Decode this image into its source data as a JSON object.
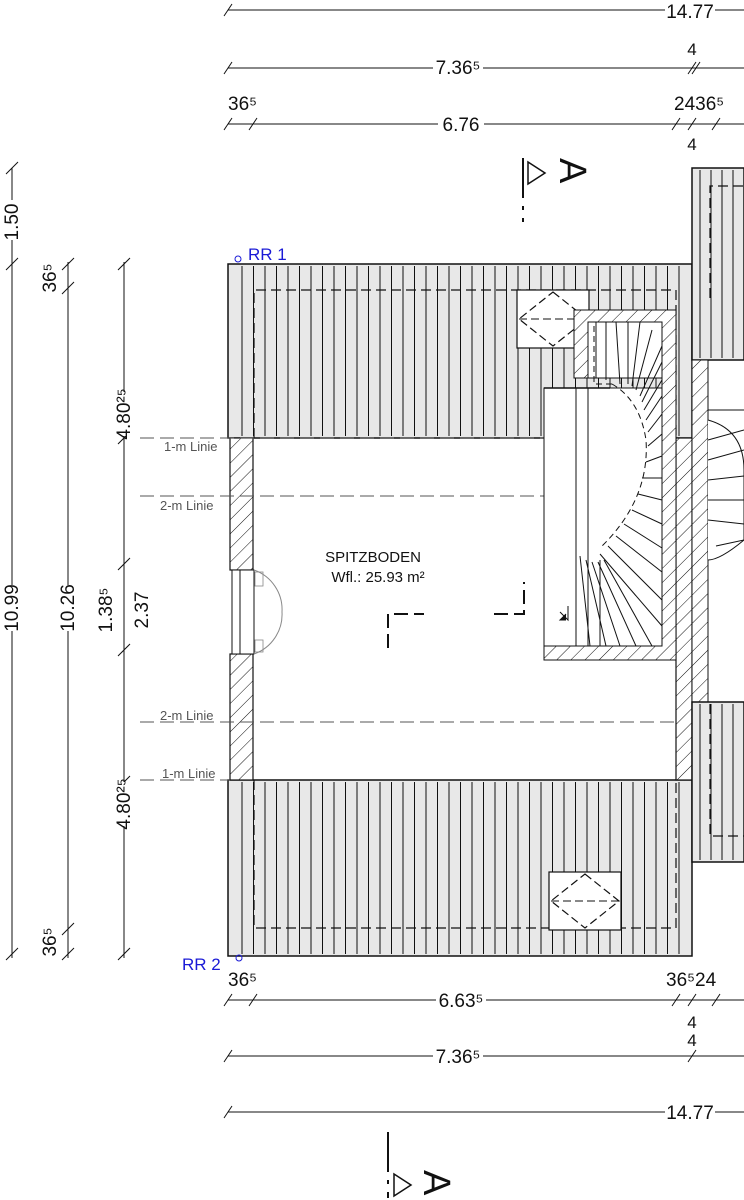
{
  "dimensions_top": {
    "overall": "14.77",
    "house": "7.36⁵",
    "house_right_part": "4",
    "wall_left": "36⁵",
    "inner": "6.76",
    "walls_right": "2436⁵",
    "below": "4"
  },
  "dimensions_bottom": {
    "wall_left": "36⁵",
    "walls_right": "36⁵24",
    "inner": "6.63⁵",
    "right_a": "4",
    "right_b": "4",
    "house": "7.36⁵",
    "overall": "14.77"
  },
  "dimensions_left": {
    "top_offset": "1.50",
    "total_outer": "10.99",
    "total_inner": "10.26",
    "top_wall": "36⁵",
    "bottom_wall": "36⁵",
    "roof_top": "4.80²⁵",
    "roof_bottom": "4.80²⁵",
    "mid_a": "1.38⁵",
    "mid_b": "2.37"
  },
  "line_labels": {
    "one_m_top": "1-m Linie",
    "two_m_top": "2-m Linie",
    "two_m_bottom": "2-m Linie",
    "one_m_bottom": "1-m Linie"
  },
  "room": {
    "name": "SPITZBODEN",
    "area": "Wfl.: 25.93 m²"
  },
  "markers": {
    "rr1": "RR 1",
    "rr2": "RR 2",
    "section_top": "A",
    "section_bottom": "A"
  },
  "colors": {
    "roof_fill": "#e8e8e8",
    "linework": "#111111",
    "marker_blue": "#1a1ad6",
    "label_grey": "#555555"
  }
}
